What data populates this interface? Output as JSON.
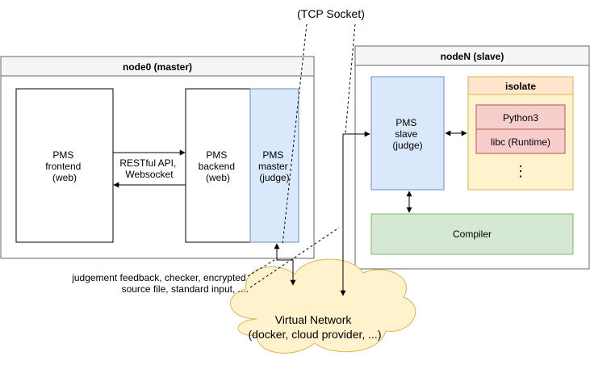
{
  "tcp_socket_label": "(TCP Socket)",
  "master_node": {
    "title": "node0 (master)",
    "frontend": [
      "PMS",
      "frontend",
      "(web)"
    ],
    "backend": [
      "PMS",
      "backend",
      "(web)"
    ],
    "judge": [
      "PMS",
      "master",
      "(judge)"
    ],
    "api_label": [
      "RESTful API,",
      "Websocket"
    ]
  },
  "slave_node": {
    "title": "nodeN (slave)",
    "judge": [
      "PMS",
      "slave",
      "(judge)"
    ],
    "isolate_title": "isolate",
    "runtimes": [
      "Python3",
      "libc (Runtime)"
    ],
    "more": "⋮",
    "compiler": "Compiler"
  },
  "feedback_note": [
    "judgement feedback, checker, encrypted",
    "source file, standard input, ...."
  ],
  "network": [
    "Virtual Network",
    "(docker, cloud provider, ...)"
  ],
  "colors": {
    "node_header": "#f5f5f5",
    "judge_fill": "#dae8fc",
    "judge_stroke": "#6c8ebf",
    "isolate_fill": "#fff2cc",
    "isolate_stroke": "#d6b656",
    "runtime_fill": "#f8cecc",
    "runtime_stroke": "#b85450",
    "compiler_fill": "#d5e8d4",
    "compiler_stroke": "#82b366",
    "cloud_fill": "#fff2cc",
    "cloud_stroke": "#d6b656"
  }
}
